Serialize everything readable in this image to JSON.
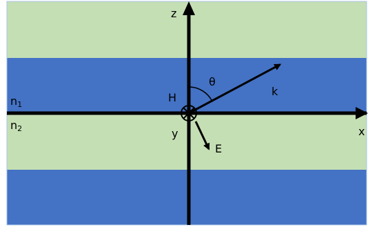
{
  "diagram": {
    "colors": {
      "green_layer": "#c5dfb4",
      "blue_layer": "#4472c4",
      "border": "#a9c4e8",
      "ink": "#000000"
    },
    "layers": [
      {
        "name": "green-layer",
        "fill": "green_layer"
      },
      {
        "name": "blue-layer",
        "fill": "blue_layer"
      },
      {
        "name": "green-layer",
        "fill": "green_layer"
      },
      {
        "name": "blue-layer",
        "fill": "blue_layer"
      }
    ],
    "labels": {
      "z_axis": "z",
      "x_axis": "x",
      "y_axis": "y",
      "theta": "θ",
      "k_vector": "k",
      "h_field": "H",
      "e_field": "E",
      "n1_base": "n",
      "n1_sub": "1",
      "n2_base": "n",
      "n2_sub": "2"
    },
    "angles": {
      "theta_deg": 62
    },
    "icons": {
      "y_axis_symbol": "into-page-circle-cross-icon"
    }
  }
}
